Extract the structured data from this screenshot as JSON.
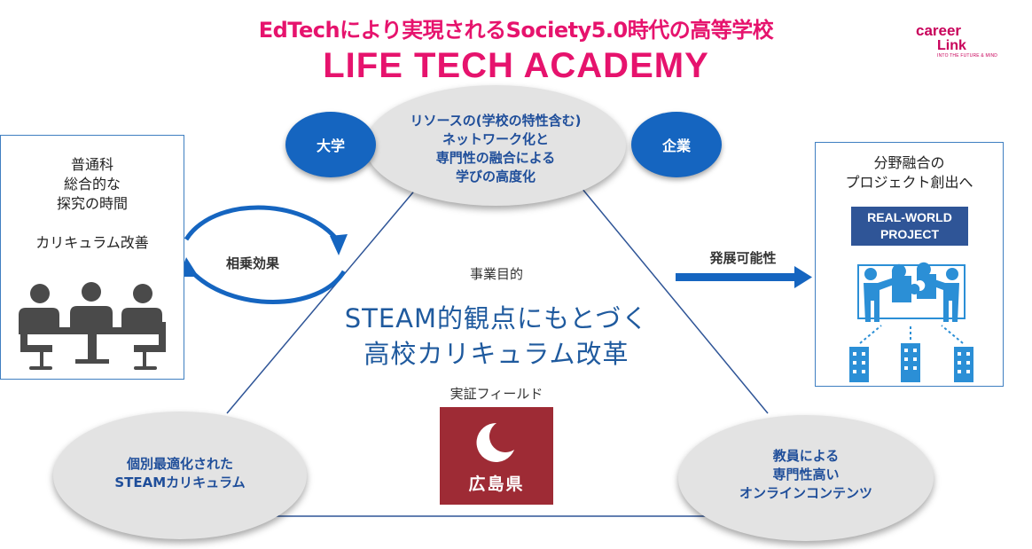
{
  "header": {
    "subtitle": "EdTechにより実現されるSociety5.0時代の高等学校",
    "title": "LIFE TECH ACADEMY"
  },
  "logo": {
    "line1": "career",
    "line2": "Link",
    "tagline": "INTO THE FUTURE & MIND"
  },
  "left_panel": {
    "line1": "普通科",
    "line2": "総合的な",
    "line3": "探究の時間",
    "line4": "カリキュラム改善"
  },
  "right_panel": {
    "line1": "分野融合の",
    "line2": "プロジェクト創出へ",
    "badge_line1": "REAL-WORLD",
    "badge_line2": "PROJECT"
  },
  "top_hub": {
    "line1": "リソースの(学校の特性含む)",
    "line2": "ネットワーク化と",
    "line3": "専門性の融合による",
    "line4": "学びの高度化"
  },
  "university": "大学",
  "company": "企業",
  "synergy": "相乗効果",
  "development": "発展可能性",
  "center": {
    "purpose_label": "事業目的",
    "headline_line1": "STEAM的観点にもとづく",
    "headline_line2": "高校カリキュラム改革",
    "field_label": "実証フィールド",
    "prefecture": "広島県"
  },
  "bottom_left": {
    "line1": "個別最適化された",
    "line2": "STEAMカリキュラム"
  },
  "bottom_right": {
    "line1": "教員による",
    "line2": "専門性高い",
    "line3": "オンラインコンテンツ"
  },
  "colors": {
    "title": "#e6136d",
    "accent_blue": "#1565c0",
    "text_blue": "#1f4e9a",
    "hiroshima_red": "#9e2b35"
  }
}
